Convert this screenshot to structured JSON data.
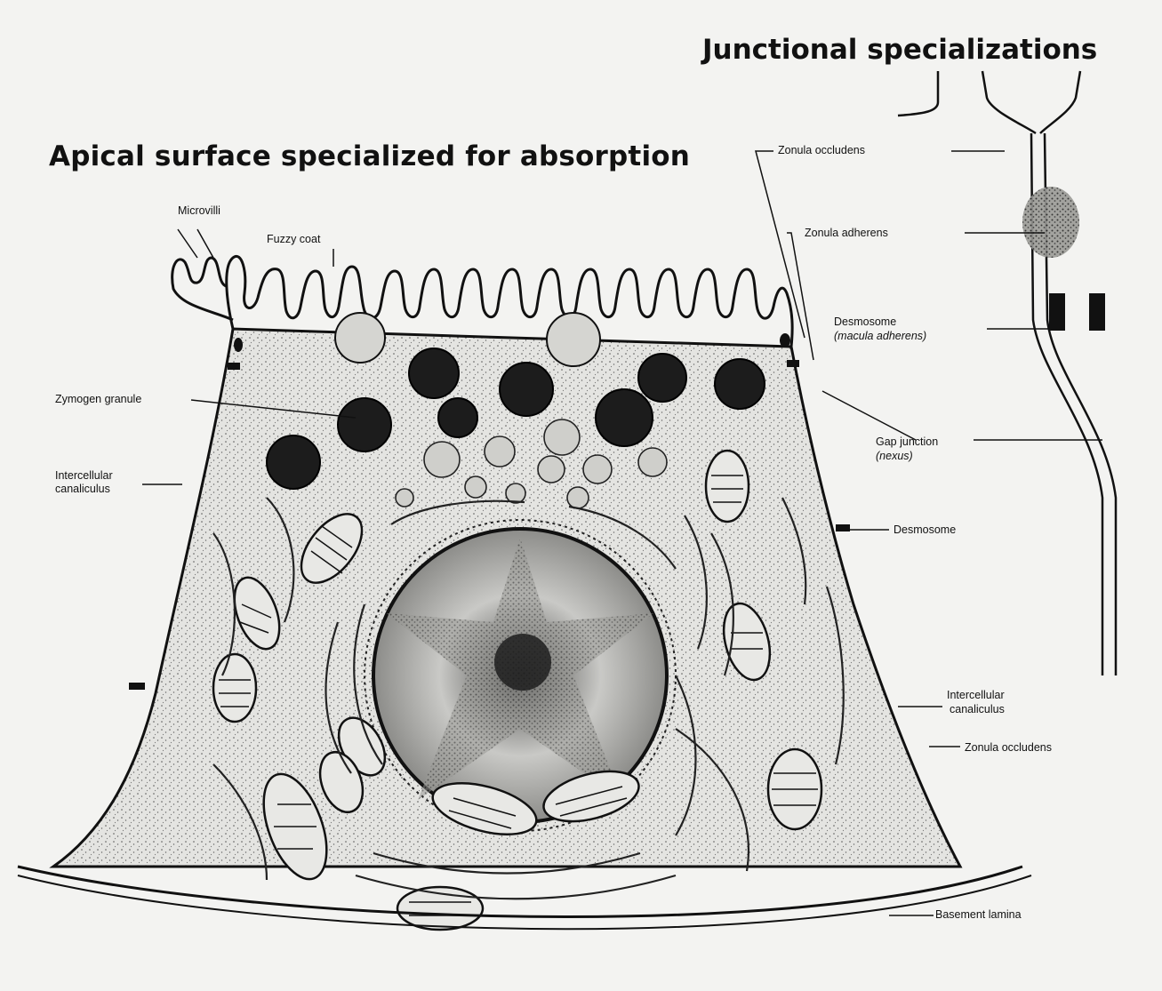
{
  "headings": {
    "apical": "Apical surface specialized for absorption",
    "junctional": "Junctional specializations"
  },
  "labels": {
    "microvilli": "Microvilli",
    "fuzzy_coat": "Fuzzy coat",
    "zymogen_granule": "Zymogen granule",
    "intercellular_canaliculus_left_1": "Intercellular",
    "intercellular_canaliculus_left_2": "canaliculus",
    "zonula_occludens_top": "Zonula occludens",
    "zonula_adherens": "Zonula adherens",
    "desmosome_top": "Desmosome",
    "macula_adherens": "(macula adherens)",
    "gap_junction": "Gap junction",
    "nexus": "(nexus)",
    "desmosome_mid": "Desmosome",
    "intercellular_canaliculus_right_1": "Intercellular",
    "intercellular_canaliculus_right_2": "canaliculus",
    "zonula_occludens_bottom": "Zonula occludens",
    "basement_lamina": "Basement lamina"
  },
  "colors": {
    "ink": "#111111",
    "paper": "#f3f3f1",
    "cytoplasm": "#d9d9d6",
    "granule_dark": "#1c1c1c",
    "granule_light": "#cfcfcb"
  }
}
